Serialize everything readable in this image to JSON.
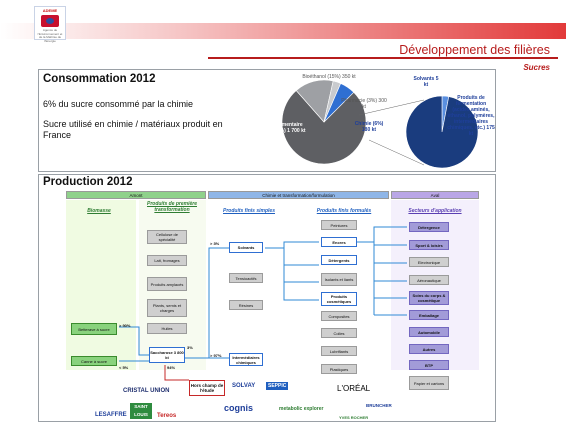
{
  "header": {
    "org": "ADEME",
    "org_subtitle": "Agence de l'Environnement et de la Maîtrise de l'Energie",
    "title": "Développement des filières",
    "subtitle": "Sucres"
  },
  "consommation": {
    "title": "Consommation 2012",
    "line1": "6% du sucre consommé par la chimie",
    "line2": "Sucre utilisé en chimie / matériaux produit en France",
    "pie_main": [
      {
        "label": "Alimentaire (76%) 1 700 kt",
        "share": 76,
        "color": "#5e5f63"
      },
      {
        "label": "Bioéthanol (15%) 350 kt",
        "share": 15,
        "color": "#9ea0a4"
      },
      {
        "label": "Pharmacie (3%) 300 kt",
        "share": 3,
        "color": "#c9cbce"
      },
      {
        "label": "Chimie (6%) 180 kt",
        "share": 6,
        "color": "#2f6fd2"
      }
    ],
    "pie_chimie": [
      {
        "label": "Solvants 5 kt",
        "share": 3,
        "color": "#5a8fe0"
      },
      {
        "label": "Produits de fermentation (acides aminés, éthanol, polymères, intermédiaires chimiques, etc.) 175 kt",
        "share": 97,
        "color": "#1a3c7e"
      }
    ]
  },
  "production": {
    "title": "Production 2012",
    "columns": [
      "Amont",
      "Chimie et transformation/formulation",
      "Aval"
    ],
    "subheads": {
      "biomasse": "Biomasse",
      "premiere": "Produits de première transformation",
      "simples": "Produits finis simples",
      "formules": "Produits finis formulés",
      "secteurs": "Secteurs d'application"
    },
    "premiere_items": [
      "Cellulose de spécialité",
      "Lait, fromages",
      "Produits amylacés",
      "Plants, semis et charges",
      "Huiles"
    ],
    "sucre_box": "Saccharose 3 800 kt",
    "biomass_items": [
      "Betterave à sucre",
      "Canne à sucre"
    ],
    "simples_items": [
      "Solvants",
      "Tensioactifs",
      "Résines",
      "Intermédiaires chimiques"
    ],
    "formules_items": [
      "Peintures",
      "Encres",
      "Détergents",
      "Isolants et liants",
      "Produits cosmétiques",
      "Composites",
      "Colles",
      "Lubrifiants",
      "Plastiques"
    ],
    "secteurs_items": [
      "Détergence",
      "Sport & loisirs",
      "Electronique",
      "Aéronautique",
      "Soins du corps & cosmétique",
      "Emballage",
      "Automobile",
      "Autres",
      "BTP",
      "Papier et cartons"
    ],
    "pcts": [
      "> 90%",
      "< 5%",
      "> 3%",
      "> 97%",
      "3%",
      "94%"
    ],
    "etude_label": "Hors champ de l'étude"
  },
  "brands": [
    "CRISTAL UNION",
    "LESAFFRE",
    "SAINT LOUIS",
    "Tereos",
    "SOLVAY",
    "SEPPIC",
    "cognis",
    "metabolic explorer",
    "L'ORÉAL",
    "BRUNCHER",
    "YVES ROCHER"
  ]
}
